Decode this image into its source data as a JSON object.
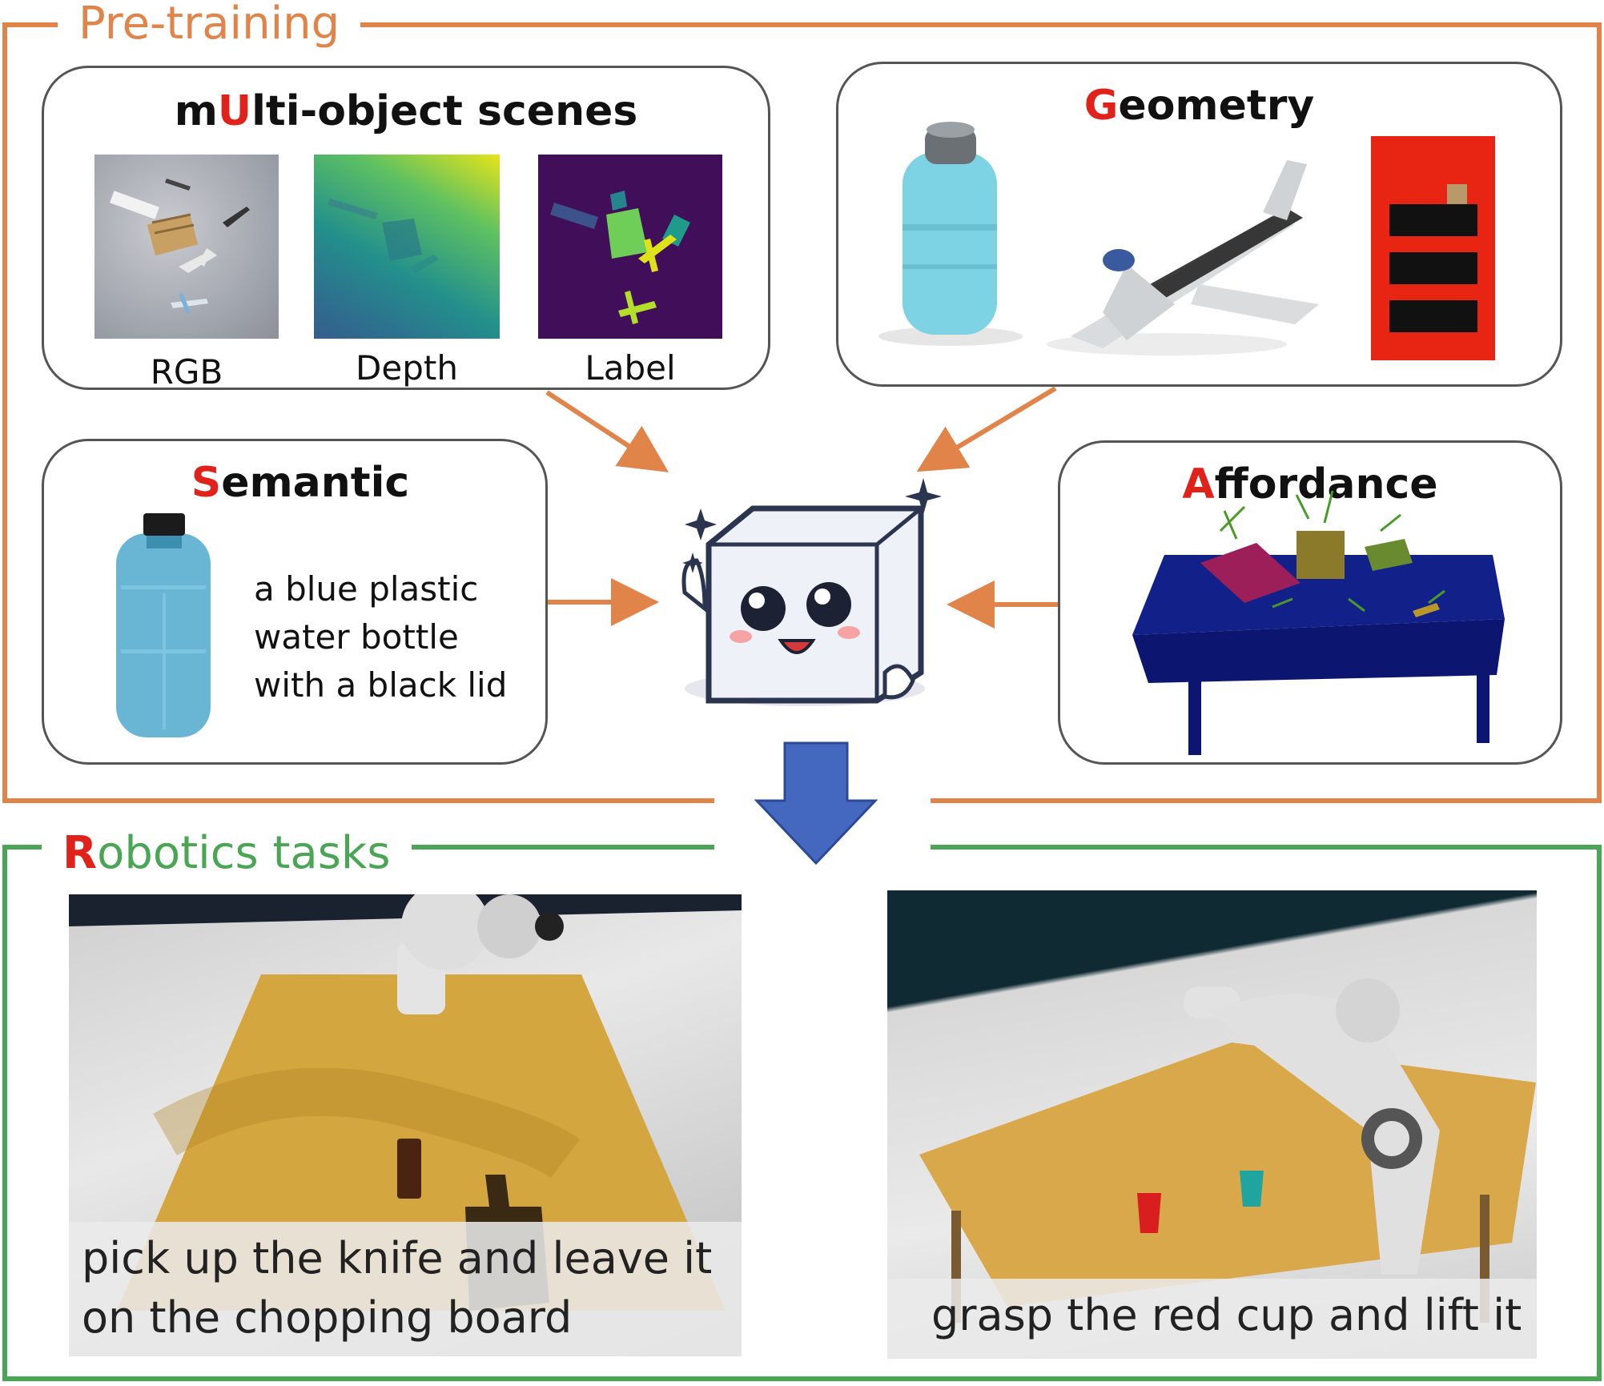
{
  "colors": {
    "pretraining_frame": "#e0844a",
    "robotics_frame": "#4aa655",
    "highlight_letter": "#e0231a",
    "down_arrow": "#4468c0",
    "feed_arrow": "#e0844a"
  },
  "pretraining": {
    "title": "Pre-training",
    "multi_object": {
      "title_prefix": "m",
      "title_highlight": "U",
      "title_rest": "lti-object scenes",
      "thumbs": [
        {
          "label": "RGB"
        },
        {
          "label": "Depth"
        },
        {
          "label": "Label"
        }
      ]
    },
    "geometry": {
      "title_highlight": "G",
      "title_rest": "eometry",
      "items": [
        "bottle-pointcloud",
        "airplane-pointcloud",
        "bookshelf-pointcloud"
      ]
    },
    "semantic": {
      "title_highlight": "S",
      "title_rest": "emantic",
      "lines": [
        "a blue plastic",
        "water bottle",
        "with a black lid"
      ]
    },
    "affordance": {
      "title_highlight": "A",
      "title_rest": "ffordance"
    },
    "mascot": "sugar-cube-mascot"
  },
  "robotics": {
    "title_highlight": "R",
    "title_rest": "obotics tasks",
    "tasks": [
      {
        "lines": [
          "pick up the knife and leave it",
          "on the chopping board"
        ]
      },
      {
        "lines": [
          "grasp the red cup and lift it"
        ]
      }
    ]
  }
}
